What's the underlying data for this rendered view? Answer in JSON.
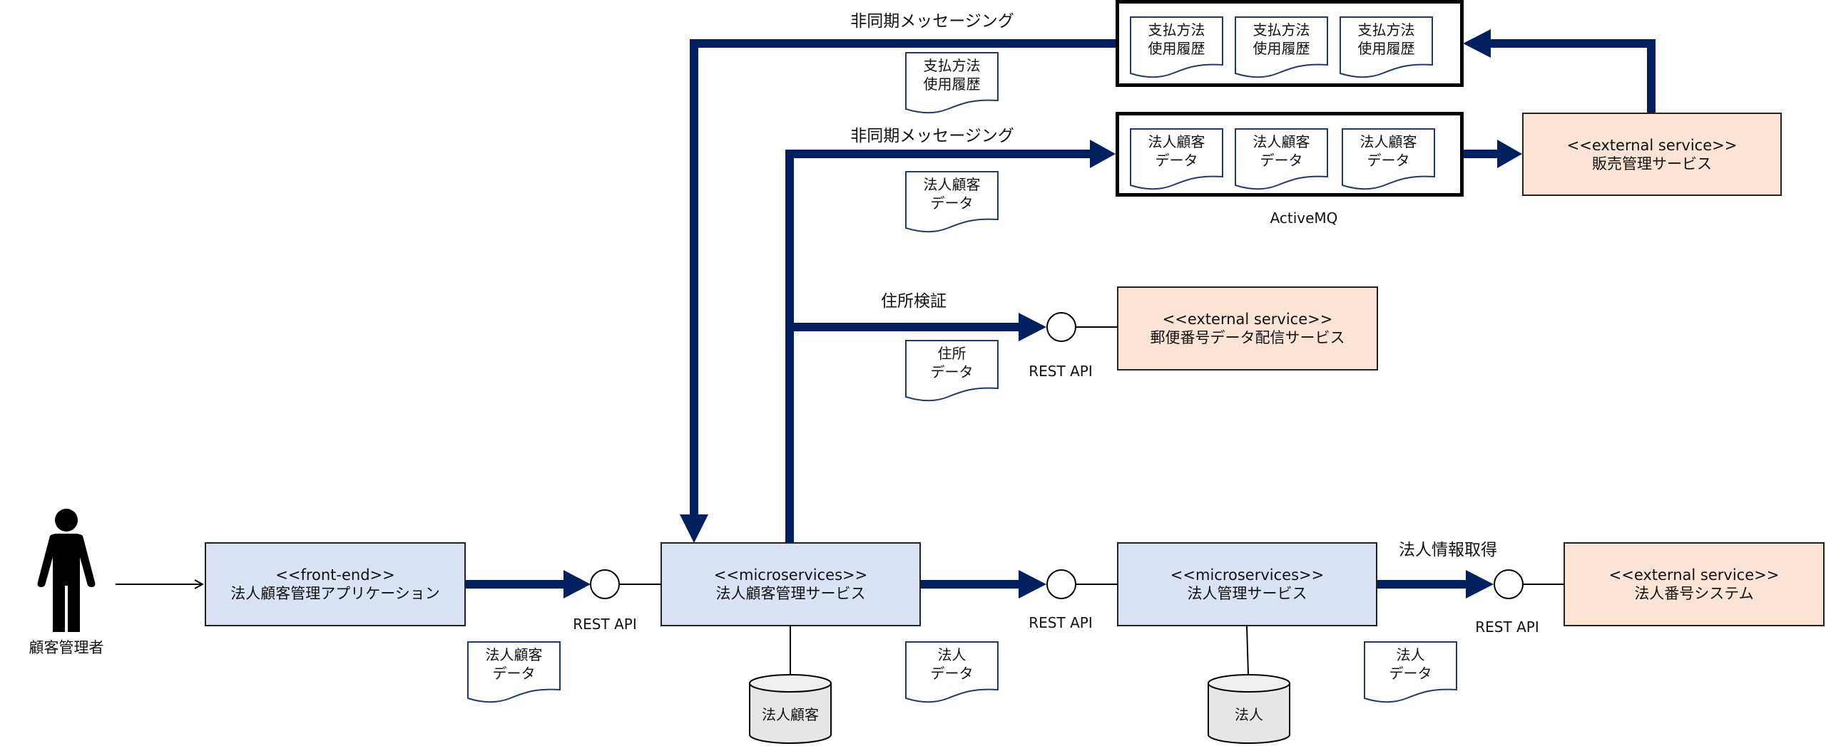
{
  "diagram": {
    "actor": {
      "label": "顧客管理者"
    },
    "components": {
      "frontend": {
        "stereotype": "<<front-end>>",
        "name": "法人顧客管理アプリケーション"
      },
      "customer_service": {
        "stereotype": "<<microservices>>",
        "name": "法人顧客管理サービス"
      },
      "corporation_service": {
        "stereotype": "<<microservices>>",
        "name": "法人管理サービス"
      },
      "corp_number_system": {
        "stereotype": "<<external service>>",
        "name": "法人番号システム"
      },
      "postal_service": {
        "stereotype": "<<external service>>",
        "name": "郵便番号データ配信サービス"
      },
      "sales_service": {
        "stereotype": "<<external service>>",
        "name": "販売管理サービス"
      }
    },
    "databases": {
      "customer_db": "法人顧客",
      "corporation_db": "法人"
    },
    "interfaces": {
      "rest_api_1": "REST API",
      "rest_api_2": "REST API",
      "rest_api_3": "REST API",
      "rest_api_4": "REST API"
    },
    "flow_labels": {
      "async_payment": "非同期メッセージング",
      "async_customer": "非同期メッセージング",
      "address_check": "住所検証",
      "corp_info": "法人情報取得"
    },
    "documents": {
      "frontend_payload": [
        "法人顧客",
        "データ"
      ],
      "corp_payload": [
        "法人",
        "データ"
      ],
      "corp_number_payload": [
        "法人",
        "データ"
      ],
      "address_payload": [
        "住所",
        "データ"
      ],
      "payment_payload": [
        "支払方法",
        "使用履歴"
      ],
      "customer_payload": [
        "法人顧客",
        "データ"
      ]
    },
    "queues": {
      "label": "ActiveMQ",
      "payment_queue": [
        [
          "支払方法",
          "使用履歴"
        ],
        [
          "支払方法",
          "使用履歴"
        ],
        [
          "支払方法",
          "使用履歴"
        ]
      ],
      "customer_queue": [
        [
          "法人顧客",
          "データ"
        ],
        [
          "法人顧客",
          "データ"
        ],
        [
          "法人顧客",
          "データ"
        ]
      ]
    },
    "colors": {
      "flow_arrow": "#002060",
      "internal_fill": "#dae3f3",
      "external_fill": "#fbe4d5",
      "db_fill": "#e7e6e6",
      "doc_border": "#1f3a73"
    }
  }
}
